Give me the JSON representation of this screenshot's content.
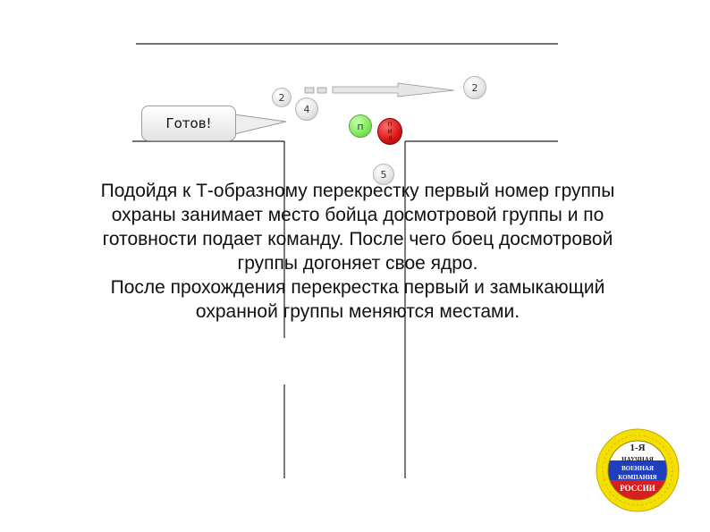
{
  "diagram": {
    "speech_bubble": "Готов!",
    "nodes": [
      {
        "id": "top-left-2",
        "label": "2"
      },
      {
        "id": "top-right-2",
        "label": "2"
      },
      {
        "id": "node-4",
        "label": "4"
      },
      {
        "id": "node-p",
        "label": "п"
      },
      {
        "id": "node-5",
        "label": "5"
      },
      {
        "id": "node-red",
        "lines": [
          "п",
          "и",
          "л"
        ]
      }
    ],
    "colors": {
      "grey_node": "#e8e8e8",
      "green_node": "#7fe85a",
      "red_node": "#d71515",
      "lines": "#222222"
    }
  },
  "caption": {
    "lines": [
      "Подойдя к Т-образному перекрестку первый номер группы",
      "охраны занимает место бойца досмотровой группы и по",
      "готовности подает команду. После чего боец досмотровой",
      "группы догоняет свое ядро.",
      "После прохождения перекрестка первый и замыкающий",
      "охранной группы меняются местами."
    ]
  },
  "logo": {
    "lines": [
      "1-Я",
      "НАУЧНАЯ",
      "ВОЕННАЯ",
      "КОМПАНИЯ",
      "РОССИИ"
    ]
  }
}
